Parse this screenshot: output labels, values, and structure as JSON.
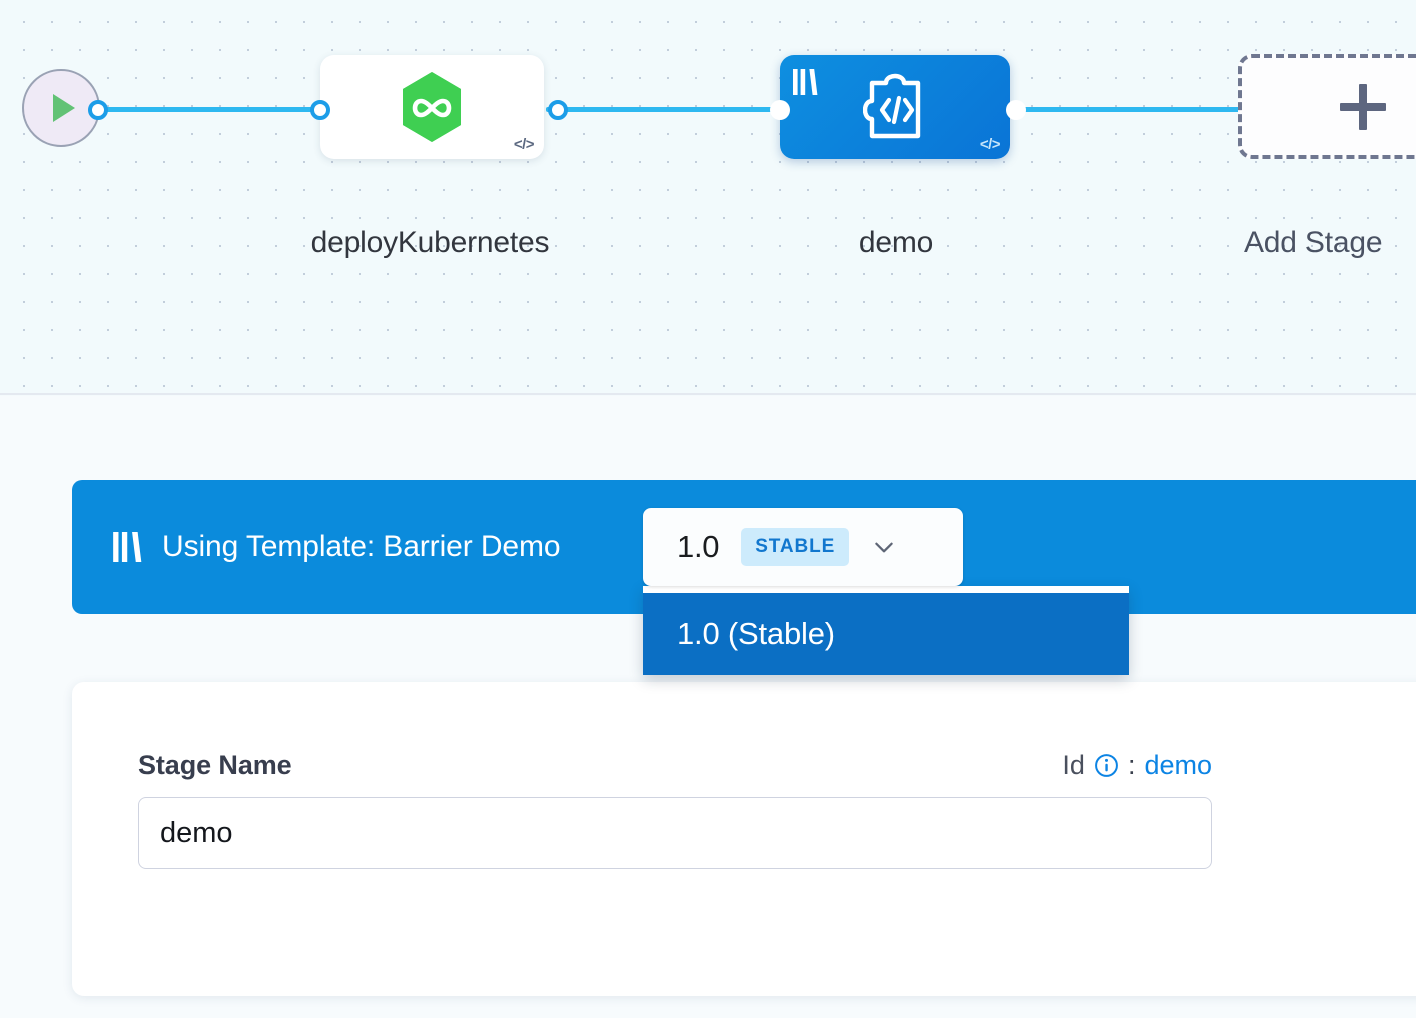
{
  "canvas": {
    "start_node": {
      "icon": "play-icon",
      "label": ""
    },
    "nodes": [
      {
        "id": "deployKubernetes",
        "label": "deployKubernetes",
        "icon": "harness-cd-hexagon-icon",
        "code_badge": "</>",
        "type": "deployment"
      },
      {
        "id": "demo",
        "label": "demo",
        "icon": "custom-stage-puzzle-icon",
        "code_badge": "</>",
        "template_icon": "template-library-icon",
        "type": "custom",
        "selected": true
      }
    ],
    "add_stage": {
      "label": "Add Stage",
      "icon": "plus-icon"
    },
    "colors": {
      "edge": "#2EB8F0",
      "selected_node": "#0B8BDC",
      "play": "#62C275"
    }
  },
  "template_banner": {
    "icon": "template-library-icon",
    "text": "Using Template: Barrier Demo",
    "background": "#0B8BDC",
    "version_select": {
      "value": "1.0",
      "badge": "STABLE",
      "chevron": "chevron-down-icon",
      "expanded": true,
      "options": [
        {
          "label": "1.0 (Stable)",
          "selected": true
        }
      ]
    }
  },
  "form": {
    "stage_name": {
      "label": "Stage Name",
      "value": "demo",
      "placeholder": "Stage Name"
    },
    "id": {
      "label": "Id",
      "icon": "info-icon",
      "separator": ":",
      "value": "demo"
    }
  }
}
